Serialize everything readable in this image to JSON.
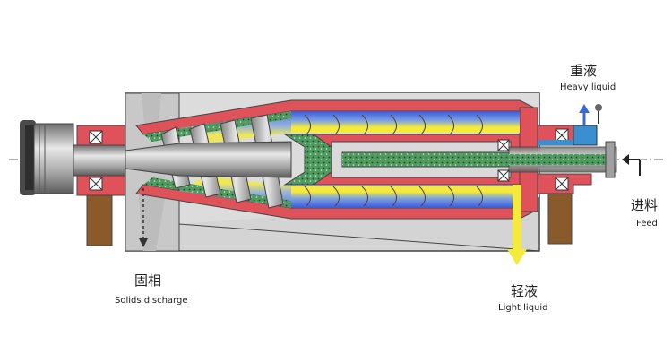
{
  "labels": {
    "heavy_liquid_cn": "重液",
    "heavy_liquid_en": "Heavy liquid",
    "feed_cn": "进料",
    "feed_en": "Feed",
    "solids_cn": "固相",
    "solids_en": "Solids discharge",
    "light_liquid_cn": "轻液",
    "light_liquid_en": "Light liquid"
  },
  "colors": {
    "housing": "#d4d4d4",
    "housing_stroke": "#444444",
    "bowl_wall": "#e0525a",
    "bearing_block": "#8b5a2b",
    "pulley": "#9a9a9a",
    "heavy_liquid": "#3a5ad6",
    "light_liquid": "#f3ea3c",
    "solids": "#46905a",
    "screw": "#b0b0b0",
    "feed_port": "#3b8fd0"
  }
}
